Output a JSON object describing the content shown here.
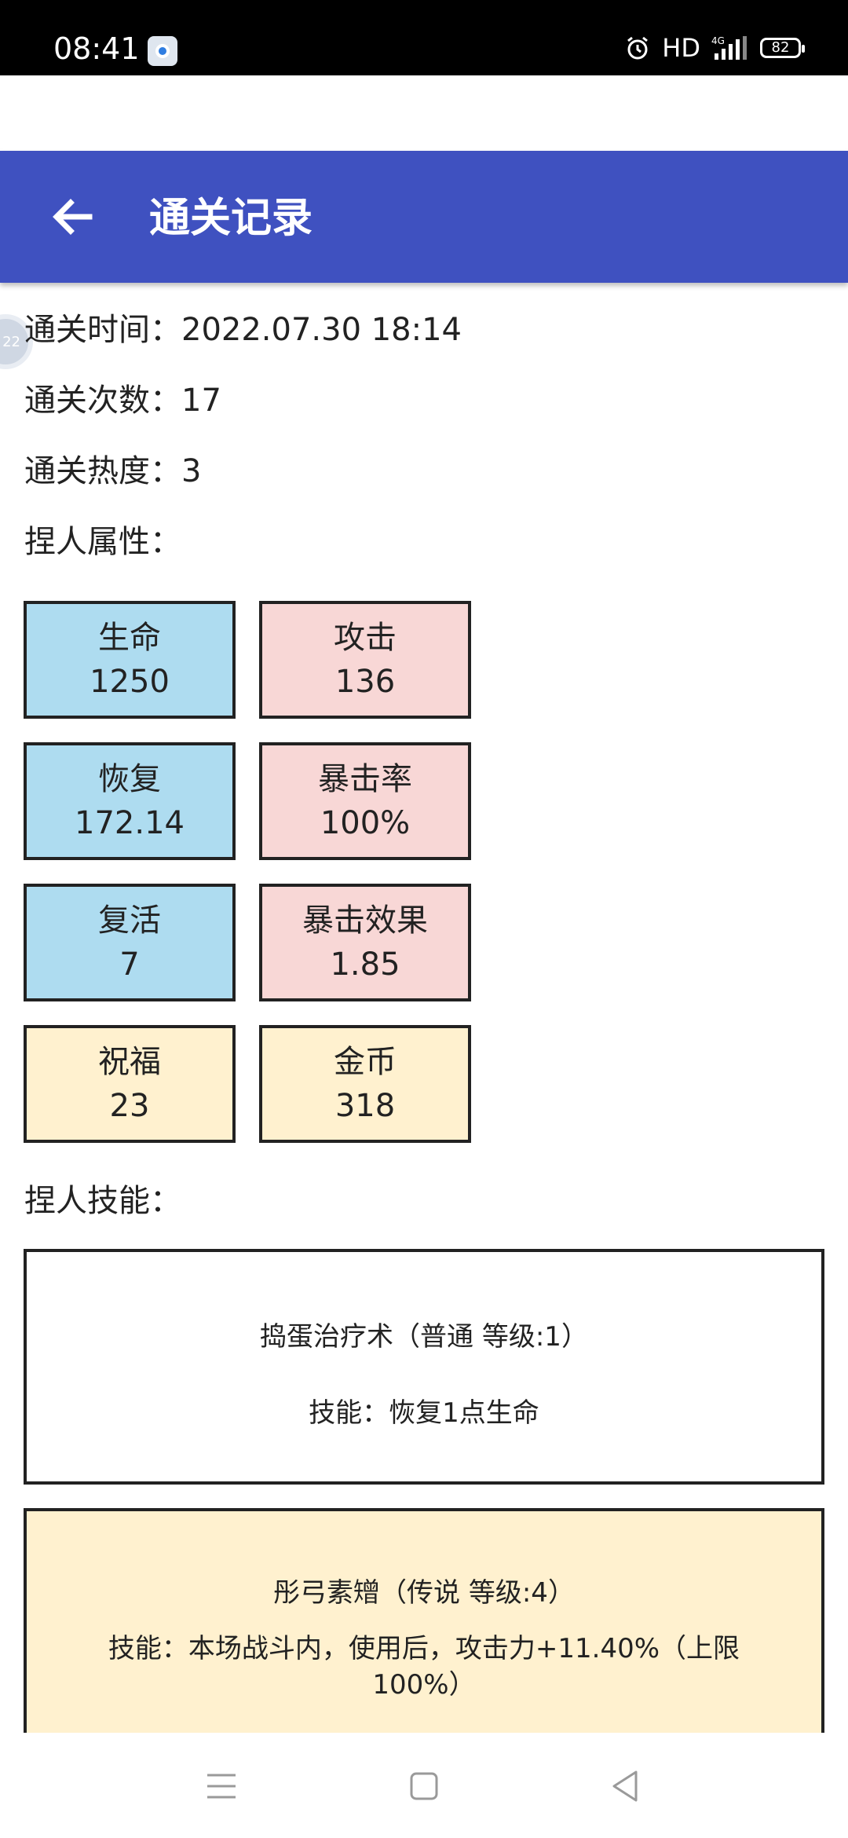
{
  "status_bar": {
    "time": "08:41",
    "network": "HD",
    "signal_label": "4G",
    "battery": "82"
  },
  "app_bar": {
    "title": "通关记录",
    "back_icon": "arrow-left-icon"
  },
  "floating_bubble": "22",
  "info": {
    "clear_time": "通关时间：2022.07.30 18:14",
    "clear_count": "通关次数：17",
    "clear_heat": "通关热度：3",
    "attributes_heading": "捏人属性：",
    "skills_heading": "捏人技能："
  },
  "attributes": [
    {
      "label": "生命",
      "value": "1250"
    },
    {
      "label": "攻击",
      "value": "136"
    },
    {
      "label": "恢复",
      "value": "172.14"
    },
    {
      "label": "暴击率",
      "value": "100%"
    },
    {
      "label": "复活",
      "value": "7"
    },
    {
      "label": "暴击效果",
      "value": "1.85"
    },
    {
      "label": "祝福",
      "value": "23"
    },
    {
      "label": "金币",
      "value": "318"
    }
  ],
  "skills": [
    {
      "name": "捣蛋治疗术（普通 等级:1）",
      "desc": "技能：恢复1点生命"
    },
    {
      "name": "彤弓素矰（传说 等级:4）",
      "desc": "技能：本场战斗内，使用后，攻击力+11.40%（上限100%）"
    }
  ],
  "colors": {
    "app_bar": "#3f51c0",
    "attr_blue": "#aedcf0",
    "attr_pink": "#f8d7d6",
    "attr_yellow": "#fff1cf"
  },
  "nav_bar": {
    "menu_icon": "menu-icon",
    "home_icon": "home-square-icon",
    "back_icon": "back-triangle-icon"
  }
}
